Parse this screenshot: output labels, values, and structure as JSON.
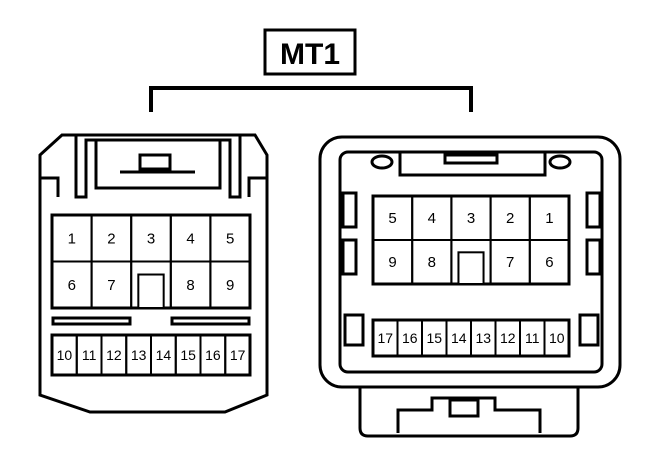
{
  "title": "MT1",
  "left_connector": {
    "top_row": [
      "1",
      "2",
      "3",
      "4",
      "5"
    ],
    "middle_row": [
      "6",
      "7",
      "",
      "8",
      "9"
    ],
    "bottom_row": [
      "10",
      "11",
      "12",
      "13",
      "14",
      "15",
      "16",
      "17"
    ]
  },
  "right_connector": {
    "top_row": [
      "5",
      "4",
      "3",
      "2",
      "1"
    ],
    "middle_row": [
      "9",
      "8",
      "",
      "7",
      "6"
    ],
    "bottom_row": [
      "17",
      "16",
      "15",
      "14",
      "13",
      "12",
      "11",
      "10"
    ]
  },
  "colors": {
    "line": "#000000",
    "background": "#ffffff"
  }
}
